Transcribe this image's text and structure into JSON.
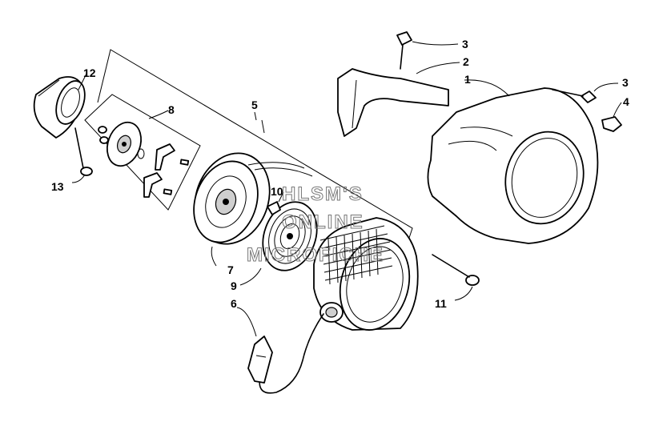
{
  "diagram": {
    "callouts": [
      {
        "id": "c1",
        "label": "1"
      },
      {
        "id": "c2",
        "label": "2"
      },
      {
        "id": "c3a",
        "label": "3"
      },
      {
        "id": "c3b",
        "label": "3"
      },
      {
        "id": "c4",
        "label": "4"
      },
      {
        "id": "c5",
        "label": "5"
      },
      {
        "id": "c6",
        "label": "6"
      },
      {
        "id": "c7",
        "label": "7"
      },
      {
        "id": "c8",
        "label": "8"
      },
      {
        "id": "c9",
        "label": "9"
      },
      {
        "id": "c10",
        "label": "10"
      },
      {
        "id": "c11",
        "label": "11"
      },
      {
        "id": "c12",
        "label": "12"
      },
      {
        "id": "c13",
        "label": "13"
      }
    ],
    "watermark": {
      "line1": "HLSM'S",
      "line2": "ONLINE",
      "line3": "MICROFICHE"
    }
  }
}
